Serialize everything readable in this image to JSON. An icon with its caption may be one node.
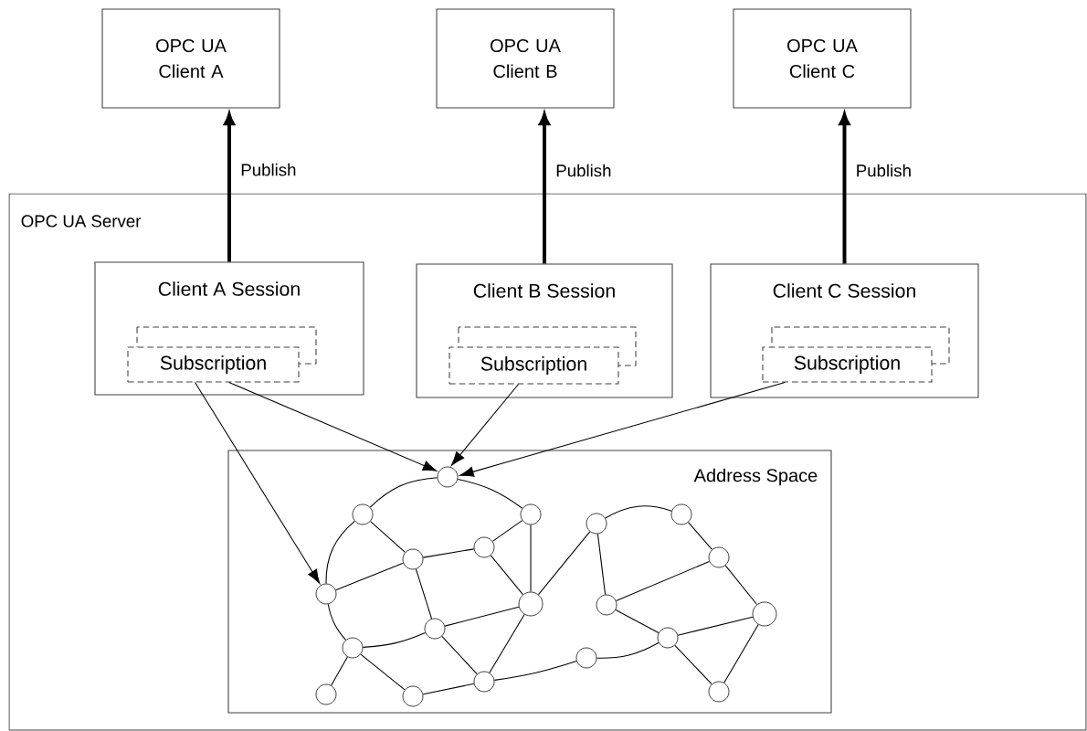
{
  "diagram": {
    "nodes": [
      {
        "text": [
          "OPC UA Client A"
        ]
      },
      {
        "text": [
          "OPC UA Client B"
        ]
      },
      {
        "text": [
          "OPC UA Client C"
        ]
      },
      {
        "text": [
          "OPC UA Server"
        ]
      },
      {
        "text": [
          "Client A Session"
        ],
        "in": 3
      },
      {
        "text": [
          "Client B Session"
        ],
        "in": 3
      },
      {
        "text": [
          "Client C Session"
        ],
        "in": 3
      },
      {
        "text": [
          "Subscription"
        ],
        "in": 4
      },
      {
        "text": [
          "Subscription"
        ],
        "in": 5
      },
      {
        "text": [
          "Subscription"
        ],
        "in": 6
      },
      {
        "text": [
          "Address Space"
        ],
        "in": 3
      },
      {
        "text": [],
        "shape": "circle",
        "in": 10
      },
      {
        "text": [],
        "shape": "circle",
        "in": 10
      },
      {
        "text": [],
        "shape": "circle",
        "in": 10
      },
      {
        "text": [],
        "shape": "circle",
        "in": 10
      },
      {
        "text": [],
        "shape": "circle",
        "in": 10
      },
      {
        "text": [],
        "shape": "circle",
        "in": 10
      },
      {
        "text": [],
        "shape": "circle",
        "in": 10
      },
      {
        "text": [],
        "shape": "circle",
        "in": 10
      },
      {
        "text": [],
        "shape": "circle",
        "in": 10
      },
      {
        "text": [],
        "shape": "circle",
        "in": 10
      },
      {
        "text": [],
        "shape": "circle",
        "in": 10
      },
      {
        "text": [],
        "shape": "circle",
        "in": 10
      },
      {
        "text": [],
        "shape": "circle",
        "in": 10
      },
      {
        "text": [],
        "shape": "circle",
        "in": 10
      },
      {
        "text": [],
        "shape": "circle",
        "in": 10
      },
      {
        "text": [],
        "shape": "circle",
        "in": 10
      },
      {
        "text": [],
        "shape": "circle",
        "in": 10
      },
      {
        "text": [],
        "shape": "circle",
        "in": 10
      },
      {
        "text": [],
        "shape": "circle",
        "in": 10
      },
      {
        "text": [],
        "shape": "circle",
        "in": 10
      }
    ],
    "edges": [
      {
        "from": 4,
        "to": 0,
        "arrow": "to",
        "label": "Publish",
        "style": "thick"
      },
      {
        "from": 5,
        "to": 1,
        "arrow": "to",
        "label": "Publish",
        "style": "thick"
      },
      {
        "from": 6,
        "to": 2,
        "arrow": "to",
        "label": "Publish",
        "style": "thick"
      },
      {
        "from": 7,
        "to": 19,
        "arrow": "to"
      },
      {
        "from": 7,
        "to": 11,
        "arrow": "to"
      },
      {
        "from": 8,
        "to": 11,
        "arrow": "to"
      },
      {
        "from": 9,
        "to": 11,
        "arrow": "to"
      },
      {
        "from": 11,
        "to": 12,
        "arrow": "none"
      },
      {
        "from": 11,
        "to": 13,
        "arrow": "none"
      },
      {
        "from": 12,
        "to": 16,
        "arrow": "none"
      },
      {
        "from": 12,
        "to": 19,
        "arrow": "none"
      },
      {
        "from": 16,
        "to": 19,
        "arrow": "none"
      },
      {
        "from": 16,
        "to": 17,
        "arrow": "none"
      },
      {
        "from": 16,
        "to": 23,
        "arrow": "none"
      },
      {
        "from": 17,
        "to": 13,
        "arrow": "none"
      },
      {
        "from": 17,
        "to": 20,
        "arrow": "none"
      },
      {
        "from": 13,
        "to": 20,
        "arrow": "none"
      },
      {
        "from": 19,
        "to": 24,
        "arrow": "none"
      },
      {
        "from": 24,
        "to": 23,
        "arrow": "none"
      },
      {
        "from": 23,
        "to": 20,
        "arrow": "none"
      },
      {
        "from": 23,
        "to": 27,
        "arrow": "none"
      },
      {
        "from": 24,
        "to": 28,
        "arrow": "none"
      },
      {
        "from": 24,
        "to": 29,
        "arrow": "none"
      },
      {
        "from": 29,
        "to": 27,
        "arrow": "none"
      },
      {
        "from": 20,
        "to": 27,
        "arrow": "none"
      },
      {
        "from": 27,
        "to": 26,
        "arrow": "none"
      },
      {
        "from": 20,
        "to": 14,
        "arrow": "none"
      },
      {
        "from": 14,
        "to": 15,
        "arrow": "none"
      },
      {
        "from": 14,
        "to": 21,
        "arrow": "none"
      },
      {
        "from": 21,
        "to": 18,
        "arrow": "none"
      },
      {
        "from": 15,
        "to": 18,
        "arrow": "none"
      },
      {
        "from": 18,
        "to": 22,
        "arrow": "none"
      },
      {
        "from": 21,
        "to": 25,
        "arrow": "none"
      },
      {
        "from": 25,
        "to": 22,
        "arrow": "none"
      },
      {
        "from": 25,
        "to": 30,
        "arrow": "none"
      },
      {
        "from": 22,
        "to": 30,
        "arrow": "none"
      },
      {
        "from": 26,
        "to": 25,
        "arrow": "none"
      }
    ]
  }
}
